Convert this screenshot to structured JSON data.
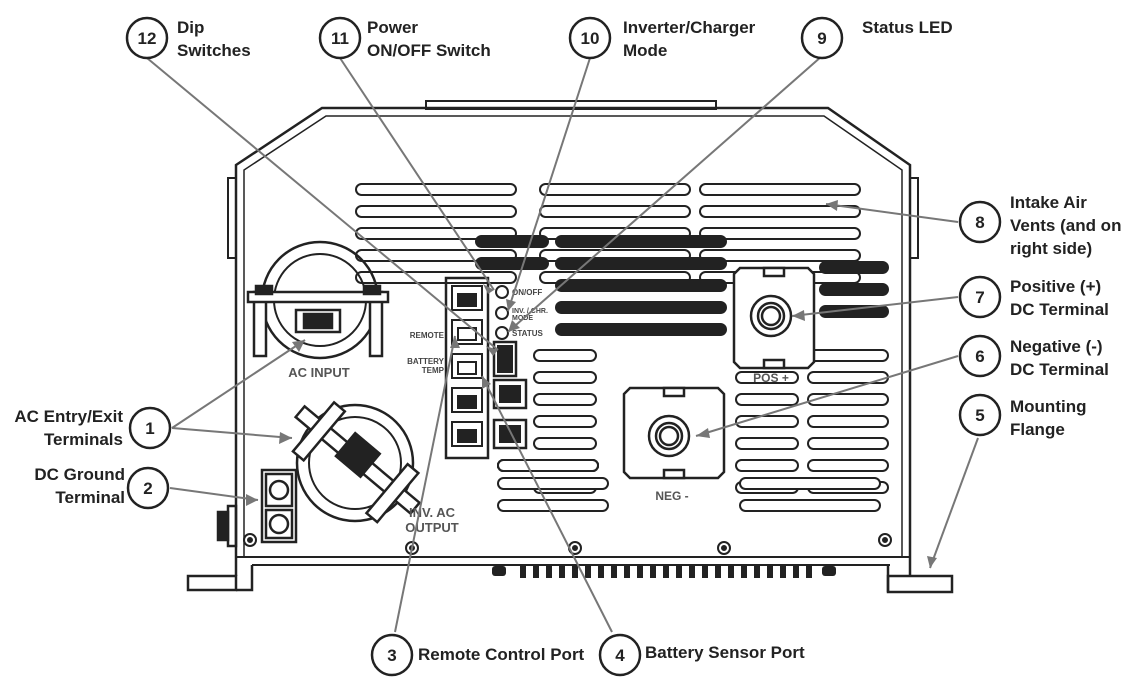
{
  "callouts": [
    {
      "num": "1",
      "lines": [
        "AC Entry/Exit",
        "Terminals"
      ]
    },
    {
      "num": "2",
      "lines": [
        "DC Ground",
        "Terminal"
      ]
    },
    {
      "num": "3",
      "lines": [
        "Remote Control Port"
      ]
    },
    {
      "num": "4",
      "lines": [
        "Battery Sensor Port"
      ]
    },
    {
      "num": "5",
      "lines": [
        "Mounting",
        "Flange"
      ]
    },
    {
      "num": "6",
      "lines": [
        "Negative (-)",
        "DC Terminal"
      ]
    },
    {
      "num": "7",
      "lines": [
        "Positive (+)",
        "DC Terminal"
      ]
    },
    {
      "num": "8",
      "lines": [
        "Intake Air",
        "Vents (and on",
        "right side)"
      ]
    },
    {
      "num": "9",
      "lines": [
        "Status LED"
      ]
    },
    {
      "num": "10",
      "lines": [
        "Inverter/Charger",
        "Mode"
      ]
    },
    {
      "num": "11",
      "lines": [
        "Power",
        "ON/OFF Switch"
      ]
    },
    {
      "num": "12",
      "lines": [
        "Dip",
        "Switches"
      ]
    }
  ],
  "panel_labels": {
    "ac_input": "AC INPUT",
    "inv_ac_output_1": "INV. AC",
    "inv_ac_output_2": "OUTPUT",
    "pos": "POS +",
    "neg": "NEG -",
    "remote": "REMOTE",
    "battery_1": "BATTERY",
    "battery_2": "TEMP",
    "on_off": "ON/OFF",
    "inv_chr_1": "INV. / CHR.",
    "inv_chr_2": "MODE",
    "status": "STATUS"
  }
}
